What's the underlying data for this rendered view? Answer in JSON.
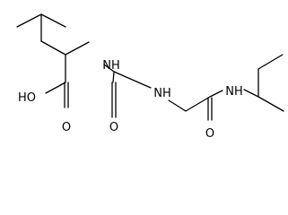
{
  "molecule": {
    "atom_labels": {
      "hydroxyl": "HO",
      "acid_carbonyl_o": "O",
      "nh_valine": "NH",
      "urea_carbonyl_o": "O",
      "nh_urea": "NH",
      "amide_carbonyl_o": "O",
      "nh_amide": "NH"
    },
    "colors": {
      "bond": "#000000",
      "label": "#000000",
      "background": "#ffffff"
    }
  }
}
